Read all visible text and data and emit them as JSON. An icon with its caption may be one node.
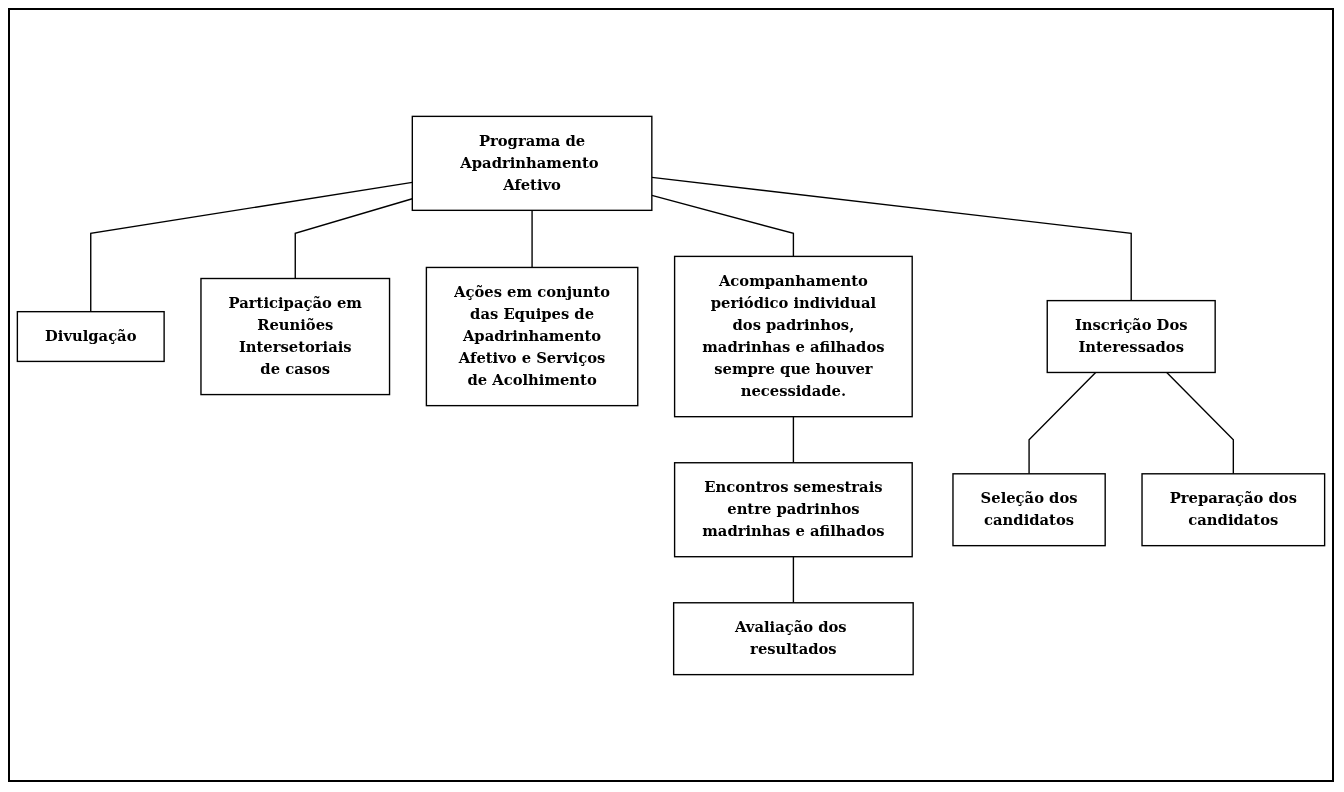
{
  "diagram": {
    "nodes": [
      {
        "text": [
          "Programa de Apadrinhamento Afetivo"
        ]
      },
      {
        "text": [
          "Divulgação"
        ]
      },
      {
        "text": [
          "Participação em Reuniões Intersetoriais de casos"
        ]
      },
      {
        "text": [
          "Ações em conjunto das Equipes de Apadrinhamento Afetivo e Serviços de Acolhimento"
        ]
      },
      {
        "text": [
          "Inscrição Dos Interessados"
        ]
      },
      {
        "text": [
          "Acompanhamento periódico individual dos padrinhos, madrinhas e afilhados sempre que houver necessidade."
        ]
      },
      {
        "text": [
          "Encontros semestrais entre padrinhos madrinhas e afilhados"
        ]
      },
      {
        "text": [
          "Seleção dos candidatos"
        ]
      },
      {
        "text": [
          "Preparação dos candidatos"
        ]
      },
      {
        "text": [
          "Avaliação dos resultados"
        ]
      }
    ],
    "edges": [
      {
        "from": 0,
        "to": 1,
        "arrow": "none"
      },
      {
        "from": 0,
        "to": 2,
        "arrow": "none"
      },
      {
        "from": 0,
        "to": 3,
        "arrow": "none"
      },
      {
        "from": 0,
        "to": 4,
        "arrow": "none"
      },
      {
        "from": 0,
        "to": 5,
        "arrow": "none"
      },
      {
        "from": 4,
        "to": 7,
        "arrow": "none"
      },
      {
        "from": 4,
        "to": 8,
        "arrow": "none"
      },
      {
        "from": 5,
        "to": 6,
        "arrow": "none"
      },
      {
        "from": 6,
        "to": 9,
        "arrow": "none"
      }
    ]
  }
}
